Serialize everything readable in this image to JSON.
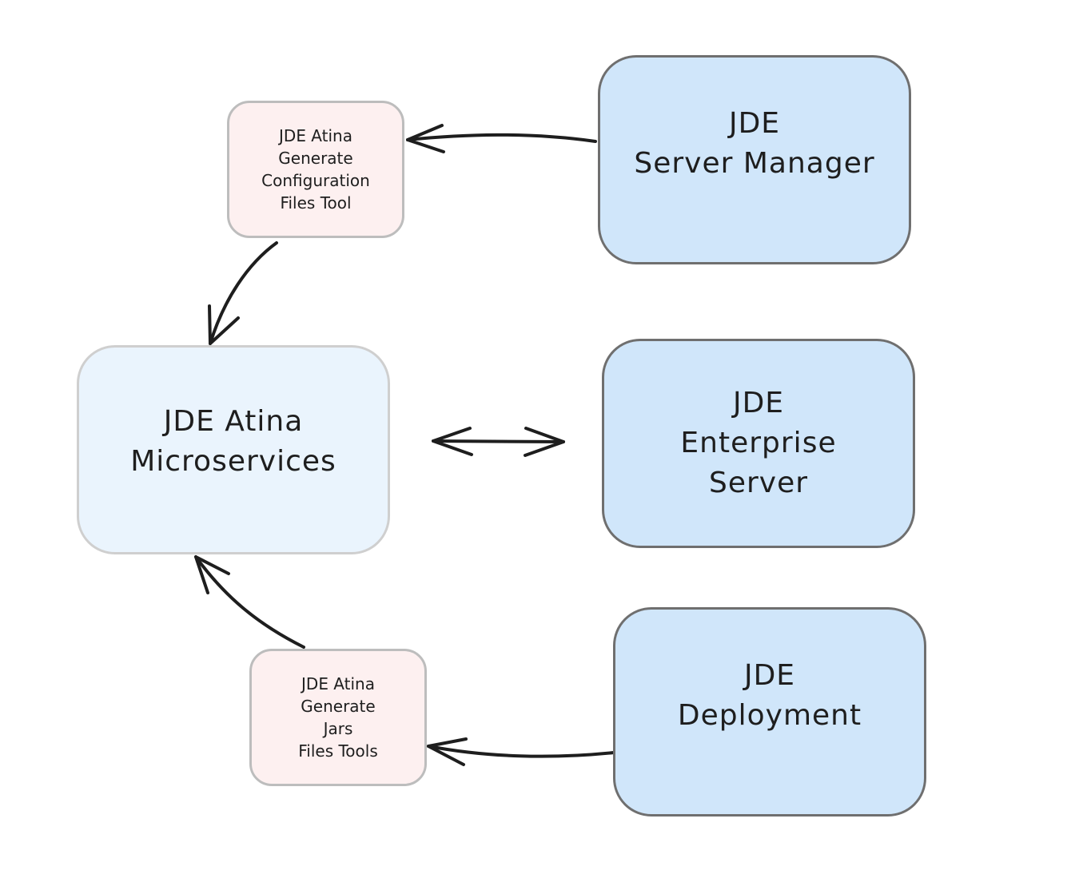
{
  "nodes": {
    "server_manager": {
      "line1": "JDE",
      "line2": "Server Manager"
    },
    "enterprise_server": {
      "line1": "JDE",
      "line2": "Enterprise",
      "line3": "Server"
    },
    "deployment": {
      "line1": "JDE",
      "line2": "Deployment"
    },
    "microservices": {
      "line1": "JDE Atina",
      "line2": "Microservices"
    },
    "config_tool": {
      "line1": "JDE Atina",
      "line2": "Generate",
      "line3": "Configuration",
      "line4": "Files Tool"
    },
    "jars_tool": {
      "line1": "JDE Atina",
      "line2": "Generate",
      "line3": "Jars",
      "line4": "Files Tools"
    }
  },
  "colors": {
    "primary_fill": "#d0e6fa",
    "hub_fill": "#eaf4fd",
    "tool_fill": "#fdf0f0",
    "stroke": "#1e1e1e"
  }
}
